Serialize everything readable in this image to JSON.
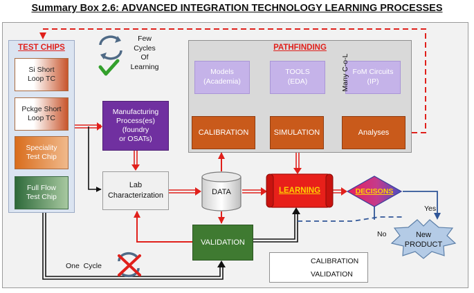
{
  "title": "Summary Box 2.6: ADVANCED INTEGRATION TECHNOLOGY LEARNING PROCESSES",
  "test_chips": {
    "heading": "TEST CHIPS",
    "items": [
      {
        "label": "Si Short\nLoop TC"
      },
      {
        "label": "Pckge Short\nLoop TC"
      },
      {
        "label": "Speciality\nTest Chip"
      },
      {
        "label": "Full Flow\nTest Chip"
      }
    ]
  },
  "few_cycles": "Few\nCycles\nOf\nLearning",
  "pathfinding": {
    "heading": "PATHFINDING",
    "inputs": [
      {
        "label": "Models\n(Academia)"
      },
      {
        "label": "TOOLS\n(EDA)"
      },
      {
        "label": "FoM Circuits\n(IP)"
      }
    ],
    "many_col": "Many C-o-L",
    "stages": [
      {
        "label": "CALIBRATION"
      },
      {
        "label": "SIMULATION"
      },
      {
        "label": "Analyses"
      }
    ]
  },
  "manufacturing": "Manufacturing\nProcess(es)\n(foundry\nor OSATs)",
  "lab": "Lab\nCharacterization",
  "data": "DATA",
  "learning": "LEARNING",
  "decisions": "DECISONS",
  "yes": "Yes",
  "no": "No",
  "new_product": "New\nPRODUCT",
  "validation": "VALIDATION",
  "one_cycle": "One  Cycle",
  "legend": [
    {
      "label": "CALIBRATION",
      "color": "#e0201b"
    },
    {
      "label": "VALIDATION",
      "color": "#111111"
    }
  ]
}
